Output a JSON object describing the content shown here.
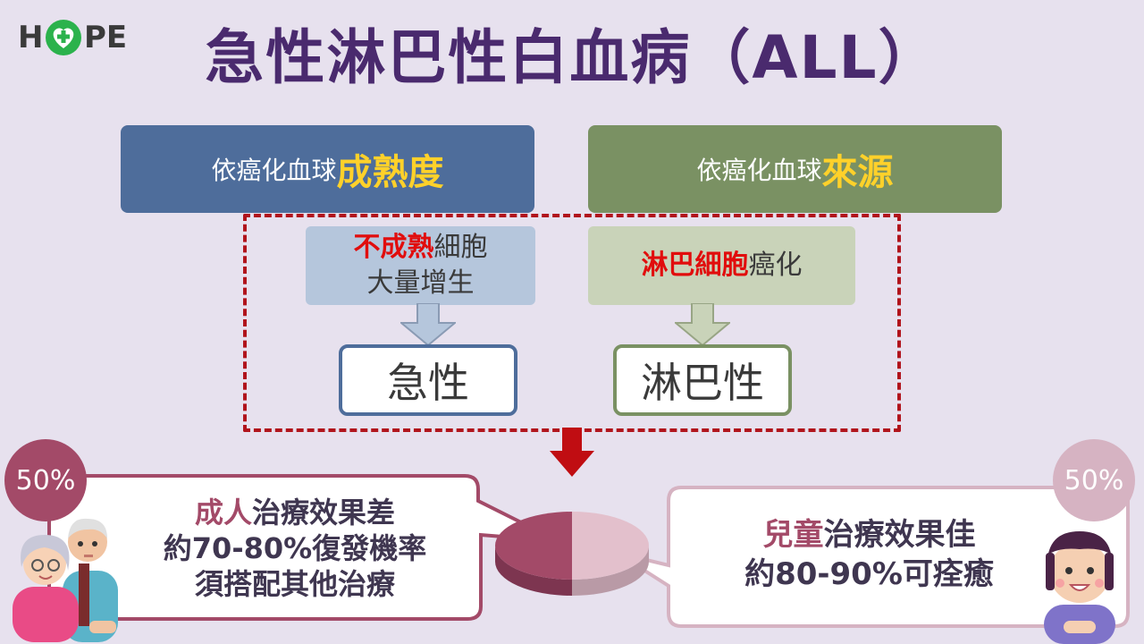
{
  "logo": {
    "text_left": "H",
    "text_right": "PE"
  },
  "title": "急性淋巴性白血病（ALL）",
  "header_left": {
    "prefix": "依癌化血球",
    "highlight": "成熟度"
  },
  "header_right": {
    "prefix": "依癌化血球",
    "highlight": "來源"
  },
  "desc_left": {
    "line1_red": "不成熟",
    "line1_rest": "細胞",
    "line2": "大量增生"
  },
  "desc_right": {
    "red": "淋巴細胞",
    "rest": "癌化"
  },
  "result_left": "急性",
  "result_right": "淋巴性",
  "adult": {
    "percent": "50%",
    "line1_a": "成人",
    "line1_b": "治療效果差",
    "line2": "約70-80%復發機率",
    "line3": "須搭配其他治療"
  },
  "child": {
    "percent": "50%",
    "line1_a": "兒童",
    "line1_b": "治療效果佳",
    "line2": "約80-90%可痊癒"
  },
  "pie": {
    "slices": [
      {
        "label": "adult",
        "value": 50,
        "color": "#a34a68"
      },
      {
        "label": "child",
        "value": 50,
        "color": "#e3c0cc"
      }
    ]
  },
  "colors": {
    "background": "#e7e1ee",
    "title": "#4a2a6e",
    "blue": "#4e6d9b",
    "green": "#7a9163",
    "highlight_yellow": "#ffd12a",
    "red": "#e10d0d",
    "adult_pink": "#a34a68",
    "child_pink": "#d6b3c2"
  }
}
